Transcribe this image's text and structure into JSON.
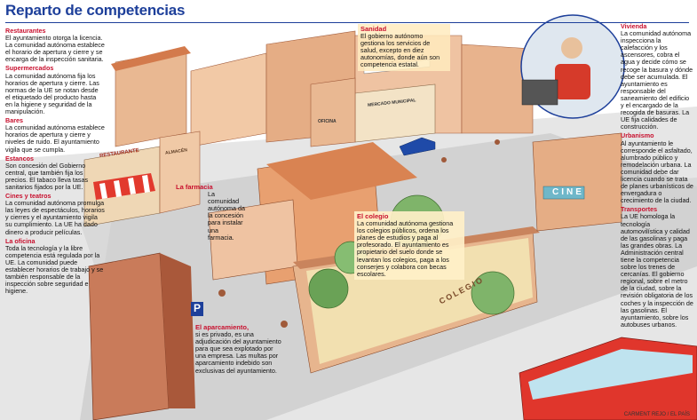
{
  "title": "Reparto de competencias",
  "credit": "CARMENT REJO / EL PAÍS",
  "sections": {
    "restaurantes": {
      "heading": "Restaurantes",
      "body": "El ayuntamiento otorga la licencia. La comunidad autónoma establece el horario de apertura y cierre y se encarga de la inspección sanitaria."
    },
    "supermercados": {
      "heading": "Supermercados",
      "body": "La comunidad autónoma fija los horarios de apertura y cierre. Las normas de la UE se notan desde el etiquetado del producto hasta en la higiene y seguridad de la manipulación."
    },
    "bares": {
      "heading": "Bares",
      "body": "La comunidad autónoma establece horarios de apertura y cierre y niveles de ruido. El ayuntamiento vigila que se cumpla."
    },
    "estancos": {
      "heading": "Estancos",
      "body": "Son concesión del Gobierno central, que también fija los precios. El tabaco lleva tasas sanitarios fijados por la UE."
    },
    "cines": {
      "heading": "Cines y teatros",
      "body": "La comunidad autónoma promulga las leyes de espectáculos, horarios y cierres y el ayuntamiento vigila su cumplimiento. La UE ha dado dinero a producir películas."
    },
    "oficina": {
      "heading": "La oficina",
      "body": "Toda la tecnología y la libre competencia está regulada por la UE. La comunidad puede establecer horarios de trabajo y se también responsable de la inspección sobre seguridad e higiene."
    },
    "sanidad": {
      "heading": "Sanidad",
      "body": "El gobierno autónomo gestiona los servicios de salud, excepto en diez autonomías, donde aún son competencia estatal."
    },
    "farmacia": {
      "heading": "La farmacia",
      "body": "La comunidad autónoma da la concesión para instalar una farmacia."
    },
    "colegio": {
      "heading": "El colegio",
      "body": "La comunidad autónoma gestiona los colegios públicos, ordena los planes de estudios y paga al profesorado. El ayuntamiento es propietario del suelo donde se levantan los colegios, paga a los conserjes y colabora con becas escolares."
    },
    "aparcamiento": {
      "heading": "El aparcamiento,",
      "body": "si es privado, es una adjudicación del ayuntamiento para que sea explotado por una empresa. Las multas por aparcamiento indebido son exclusivas del ayuntamiento."
    },
    "vivienda": {
      "heading": "Vivienda",
      "body": "La comunidad autónoma inspecciona la calefacción y los ascensores, cobra el agua y decide cómo se recoge la basura y dónde debe ser acumulada. El ayuntamiento es responsable del saneamiento del edificio y el encargado de la recogida de basuras. La UE fija calidades de construcción."
    },
    "urbanismo": {
      "heading": "Urbanismo",
      "body": "Al ayuntamiento le corresponde el asfaltado, alumbrado público y remodelación urbana. La comunidad debe dar licencia cuando se trata de planes urbanísticos de envergadura o crecimiento de la ciudad."
    },
    "transportes": {
      "heading": "Transportes",
      "body": "La UE homologa la tecnología automovilística y calidad de las gasolinas y paga las grandes obras. La Administración central tiene la competencia sobre los trenes de cercanías. El gobierno regional, sobre el metro de la ciudad, sobre la revisión obligatoria de los coches y la inspección de las gasolinas. El ayuntamiento, sobre los autobuses urbanos."
    }
  },
  "signs": {
    "restaurante": "RESTAURANTE",
    "almacen": "ALMACÉN",
    "oficina": "OFICINA",
    "mercado": "MERCADO MUNICIPAL",
    "cine": "CINE",
    "colegio": "COLEGIO",
    "parking": "P"
  },
  "colors": {
    "title": "#1d3f9a",
    "heading": "#c8102e",
    "road": "#e4e4e4",
    "building": "#e9b892",
    "roof": "#d37a4c",
    "brick": "#c97b5a",
    "grass": "#7fb46a"
  }
}
